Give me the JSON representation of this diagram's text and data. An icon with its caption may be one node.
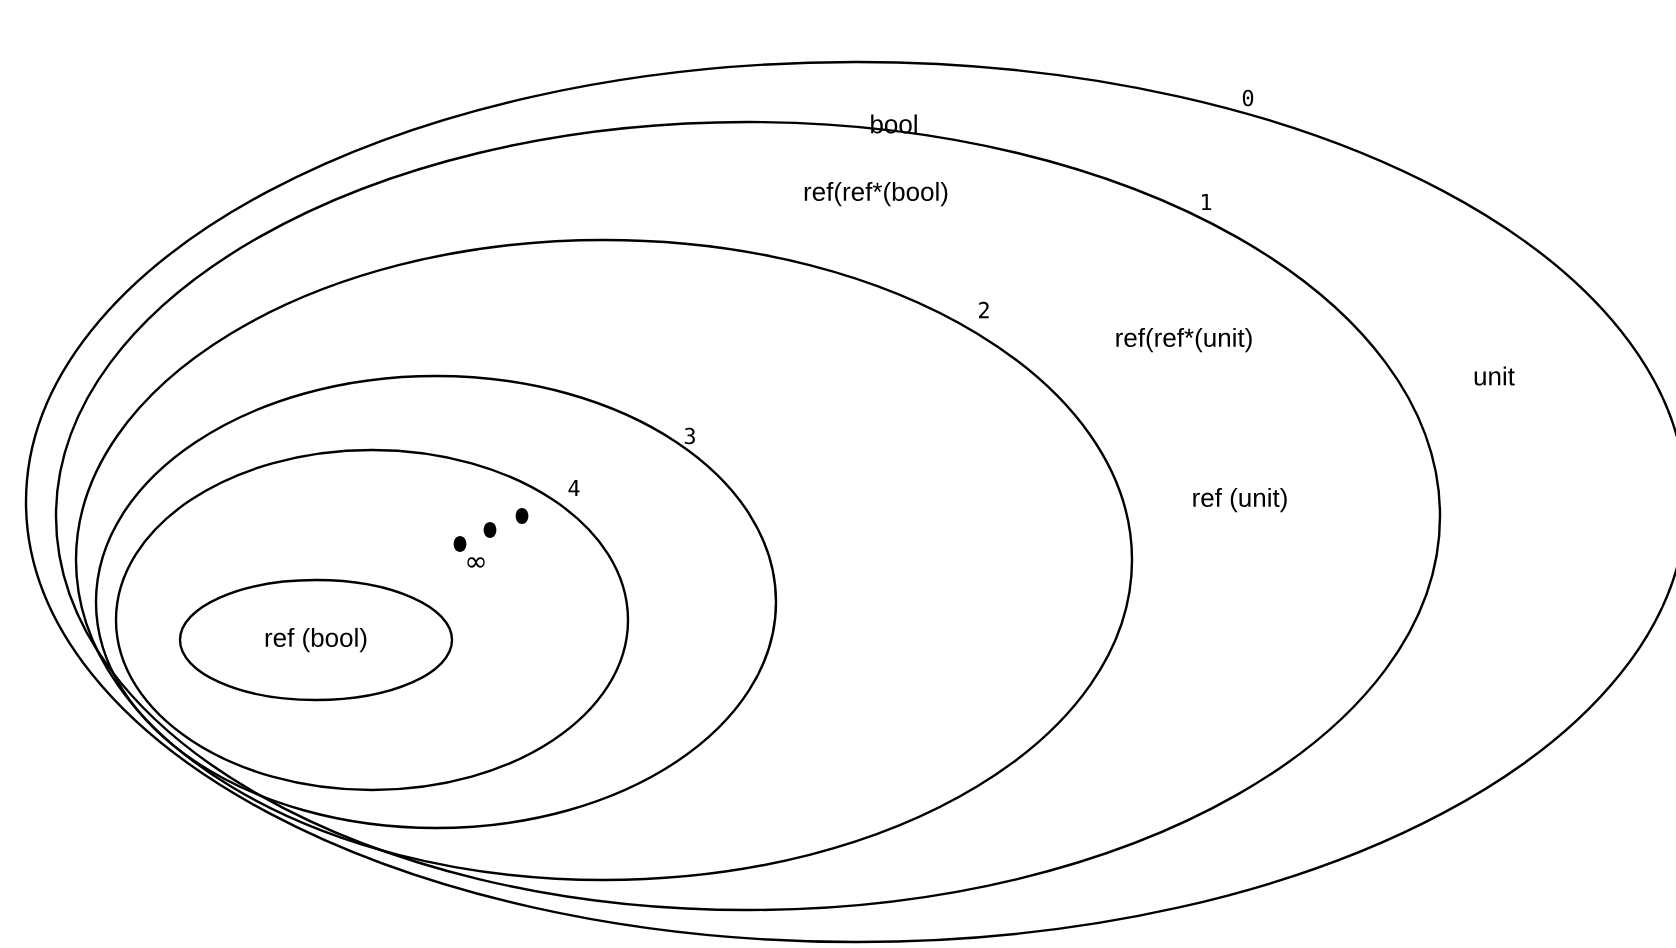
{
  "diagram": {
    "nodes": [
      {
        "text": [
          "0",
          "bool",
          "unit"
        ]
      },
      {
        "text": [
          "1",
          "ref(ref*(bool)",
          "ref(ref*(unit)",
          "ref (unit)"
        ],
        "in": 0
      },
      {
        "text": [
          "2"
        ],
        "in": 1
      },
      {
        "text": [
          "3"
        ],
        "in": 2
      },
      {
        "text": [
          "4"
        ],
        "in": 3
      },
      {
        "text": [
          "ref (bool)"
        ],
        "beside": [
          "∞"
        ],
        "in": 4
      }
    ]
  }
}
